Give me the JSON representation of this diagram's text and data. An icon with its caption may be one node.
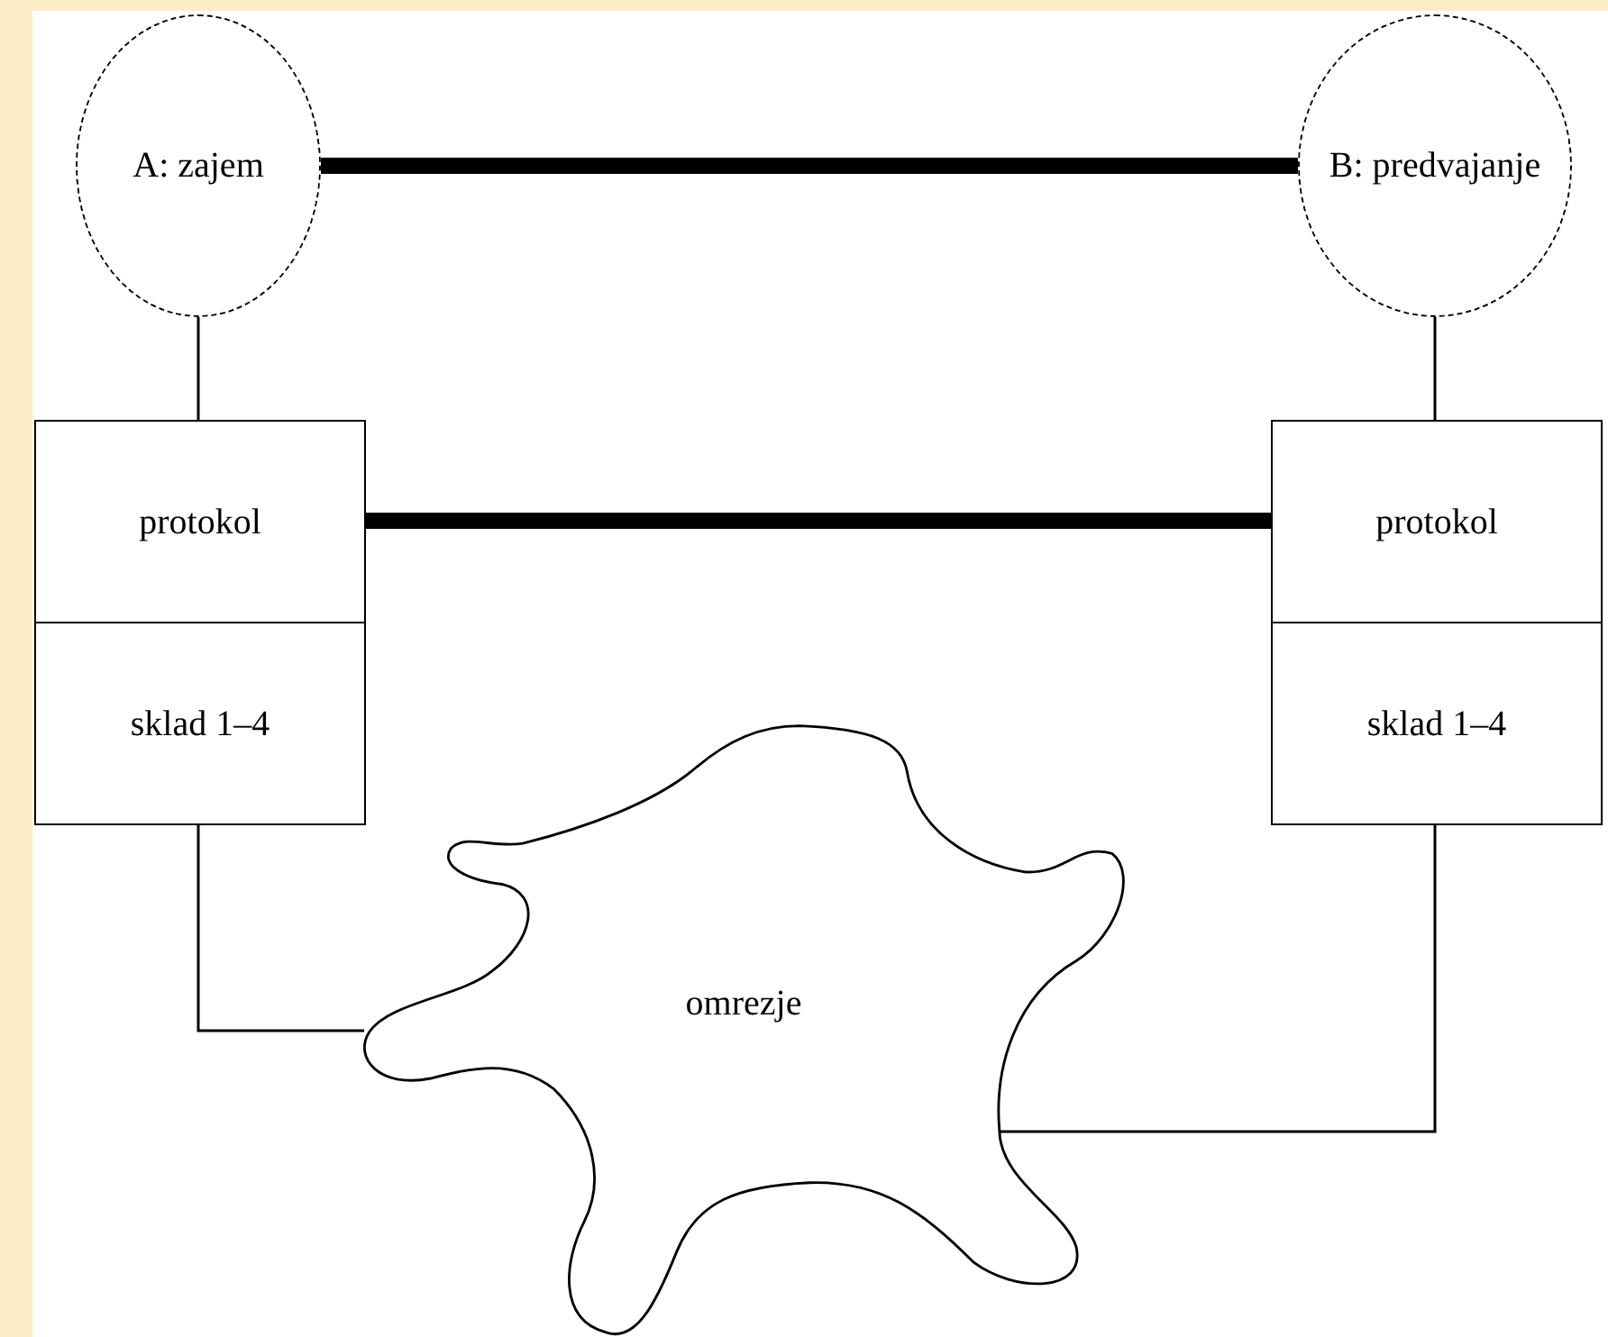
{
  "diagram": {
    "nodes": [
      {
        "text": [
          "A: zajem"
        ]
      },
      {
        "text": [
          "B: predvajanje"
        ]
      },
      {
        "text": [
          "protokol"
        ]
      },
      {
        "text": [
          "sklad 1–4"
        ]
      },
      {
        "text": [
          "protokol"
        ]
      },
      {
        "text": [
          "sklad 1–4"
        ]
      },
      {
        "text": [
          "omrezje"
        ]
      }
    ],
    "edges": [
      {
        "from": 0,
        "to": 1,
        "arrow": "none",
        "style": "thick"
      },
      {
        "from": 2,
        "to": 4,
        "arrow": "none",
        "style": "thick"
      },
      {
        "from": 0,
        "to": 2,
        "arrow": "none"
      },
      {
        "from": 1,
        "to": 4,
        "arrow": "none"
      },
      {
        "from": 3,
        "to": 6,
        "arrow": "none"
      },
      {
        "from": 5,
        "to": 6,
        "arrow": "none"
      }
    ]
  }
}
